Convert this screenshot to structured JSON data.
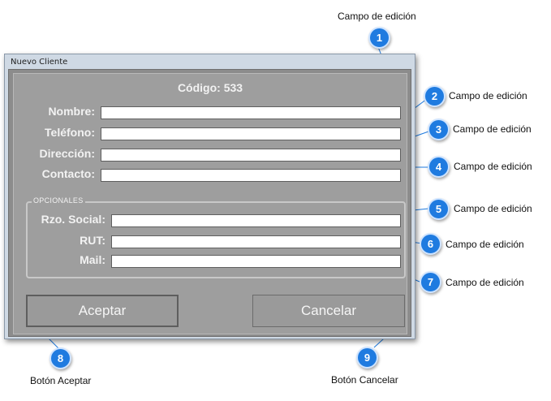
{
  "window": {
    "title": "Nuevo Cliente"
  },
  "form": {
    "code_title": "Código: 533",
    "fields": [
      {
        "label": "Nombre:",
        "value": ""
      },
      {
        "label": "Teléfono:",
        "value": ""
      },
      {
        "label": "Dirección:",
        "value": ""
      },
      {
        "label": "Contacto:",
        "value": ""
      }
    ],
    "optional_group": {
      "legend": "OPCIONALES",
      "fields": [
        {
          "label": "Rzo. Social:",
          "value": ""
        },
        {
          "label": "RUT:",
          "value": ""
        },
        {
          "label": "Mail:",
          "value": ""
        }
      ]
    },
    "buttons": {
      "accept": "Aceptar",
      "cancel": "Cancelar"
    }
  },
  "annotations": [
    {
      "number": "1",
      "text": "Campo de edición"
    },
    {
      "number": "2",
      "text": "Campo de edición"
    },
    {
      "number": "3",
      "text": "Campo de edición"
    },
    {
      "number": "4",
      "text": "Campo de edición"
    },
    {
      "number": "5",
      "text": "Campo de edición"
    },
    {
      "number": "6",
      "text": "Campo de edición"
    },
    {
      "number": "7",
      "text": "Campo de edición"
    },
    {
      "number": "8",
      "text": "Botón Aceptar"
    },
    {
      "number": "9",
      "text": "Botón Cancelar"
    }
  ],
  "colors": {
    "badge": "#1f7be0",
    "panel": "#9e9e9e",
    "window_frame": "#cfd9e4"
  }
}
